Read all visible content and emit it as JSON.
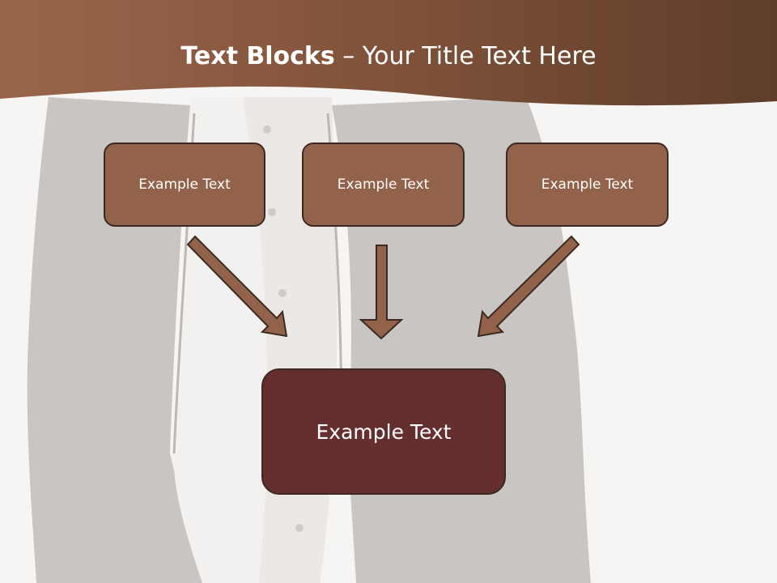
{
  "slide": {
    "title_bold": "Text Blocks",
    "title_dash": " – ",
    "title_rest": "Your Title Text Here"
  },
  "diagram": {
    "top_boxes": [
      {
        "label": "Example Text"
      },
      {
        "label": "Example Text"
      },
      {
        "label": "Example Text"
      }
    ],
    "target_box": {
      "label": "Example Text"
    }
  },
  "colors": {
    "header": "#8a5a42",
    "box_fill": "#93624a",
    "target_fill": "#652f30",
    "arrow_fill": "#93624a",
    "outline": "#3b2a22"
  }
}
